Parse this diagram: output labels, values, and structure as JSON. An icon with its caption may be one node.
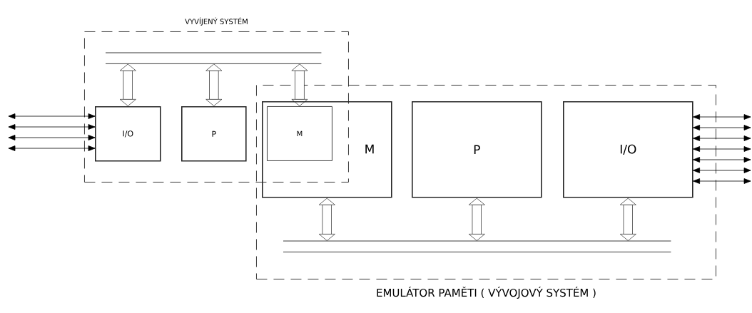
{
  "diagram": {
    "nodes": [
      {
        "text": [
          "VYVÍJENÝ SYSTÉM"
        ]
      },
      {
        "text": [],
        "shape": "bar",
        "in": 0
      },
      {
        "text": [
          "I/O"
        ],
        "in": 0
      },
      {
        "text": [
          "P"
        ],
        "in": 0
      },
      {
        "text": [
          "EMULÁTOR PAMĚTI ( VÝVOJOVÝ SYSTÉM )"
        ]
      },
      {
        "text": [
          "M"
        ],
        "in": 4
      },
      {
        "text": [
          "M"
        ]
      },
      {
        "text": [
          "P"
        ],
        "in": 4
      },
      {
        "text": [
          "I/O"
        ],
        "in": 4
      },
      {
        "text": [],
        "shape": "bar",
        "in": 4
      }
    ],
    "edges": [
      {
        "from": 1,
        "to": 2,
        "arrow": "both",
        "style": "thick"
      },
      {
        "from": 1,
        "to": 3,
        "arrow": "both",
        "style": "thick"
      },
      {
        "from": 1,
        "to": 6,
        "arrow": "both",
        "style": "thick"
      },
      {
        "from": 5,
        "to": 9,
        "arrow": "both",
        "style": "thick"
      },
      {
        "from": 7,
        "to": 9,
        "arrow": "both",
        "style": "thick"
      },
      {
        "from": 8,
        "to": 9,
        "arrow": "both",
        "style": "thick"
      },
      {
        "from": null,
        "to": 2,
        "arrow": "both"
      },
      {
        "from": null,
        "to": 2,
        "arrow": "both"
      },
      {
        "from": null,
        "to": 2,
        "arrow": "both"
      },
      {
        "from": null,
        "to": 2,
        "arrow": "both"
      },
      {
        "from": null,
        "to": 8,
        "arrow": "both"
      },
      {
        "from": null,
        "to": 8,
        "arrow": "both"
      },
      {
        "from": null,
        "to": 8,
        "arrow": "both"
      },
      {
        "from": null,
        "to": 8,
        "arrow": "both"
      },
      {
        "from": null,
        "to": 8,
        "arrow": "both"
      },
      {
        "from": null,
        "to": 8,
        "arrow": "both"
      },
      {
        "from": null,
        "to": 8,
        "arrow": "both"
      }
    ]
  }
}
